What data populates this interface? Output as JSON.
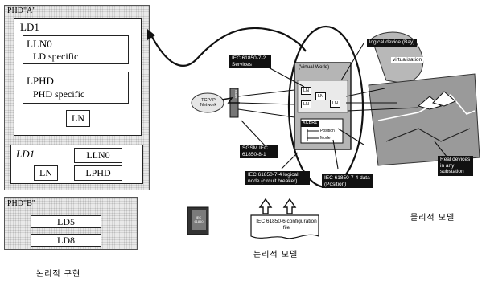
{
  "phd_a": {
    "title": "PHD\"A\"",
    "ld1": {
      "title": "LD1",
      "lln0": {
        "name": "LLN0",
        "desc": "LD specific"
      },
      "lphd": {
        "name": "LPHD",
        "desc": "PHD specific"
      },
      "ln": "LN"
    },
    "ld1_compact": {
      "title": "LD1",
      "lln0": "LLN0",
      "ln": "LN",
      "lphd": "LPHD"
    }
  },
  "phd_b": {
    "title": "PHD\"B\"",
    "ld5": "LD5",
    "ld8": "LD8"
  },
  "labels": {
    "logical_implementation": "논리적 구현",
    "logical_model": "논리적 모델",
    "physical_model": "물리적 모델",
    "iec_61850_7_2": "IEC 61850-7-2 Services",
    "tcp_network": "TCP/IP Network",
    "sgsm": "SGSM IEC 61850-8-1",
    "logical_device": "logical device (Bay)",
    "virtualisation": "virtualisation",
    "virtual_world": "(Virtual World)",
    "xcbr": "XCBR1",
    "position": "Position",
    "mode": "Mode",
    "ln_tag": "LN",
    "real_devices": "Real devices in any substation",
    "iec_61850_7_4_node": "IEC 61850-7-4 logical node (circuit breaker)",
    "iec_61850_7_4_data": "IEC 61850-7-4 data (Position)",
    "iec_61850_6": "IEC 61850-6 configuration file",
    "book": "IEC 61850"
  },
  "colors": {
    "label_bg": "#111111",
    "panel_stipple": "#e9e9e9",
    "line": "#111111"
  }
}
